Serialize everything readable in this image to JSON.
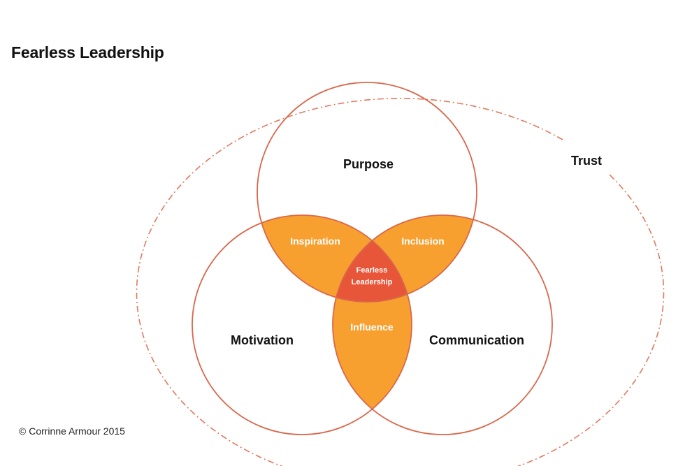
{
  "title": "Fearless Leadership",
  "copyright": "© Corrinne Armour 2015",
  "colors": {
    "circle_stroke": "#d9674a",
    "trust_stroke": "#e07a5f",
    "pair_overlap": "#f7a030",
    "center_overlap": "#e8563a",
    "dark_text": "#111111",
    "light_text": "#ffffff"
  },
  "diagram": {
    "outer_label": "Trust",
    "circles": {
      "top": "Purpose",
      "left": "Motivation",
      "right": "Communication"
    },
    "overlaps": {
      "top_left": "Inspiration",
      "top_right": "Inclusion",
      "left_right": "Influence",
      "center_line1": "Fearless",
      "center_line2": "Leadership"
    }
  }
}
